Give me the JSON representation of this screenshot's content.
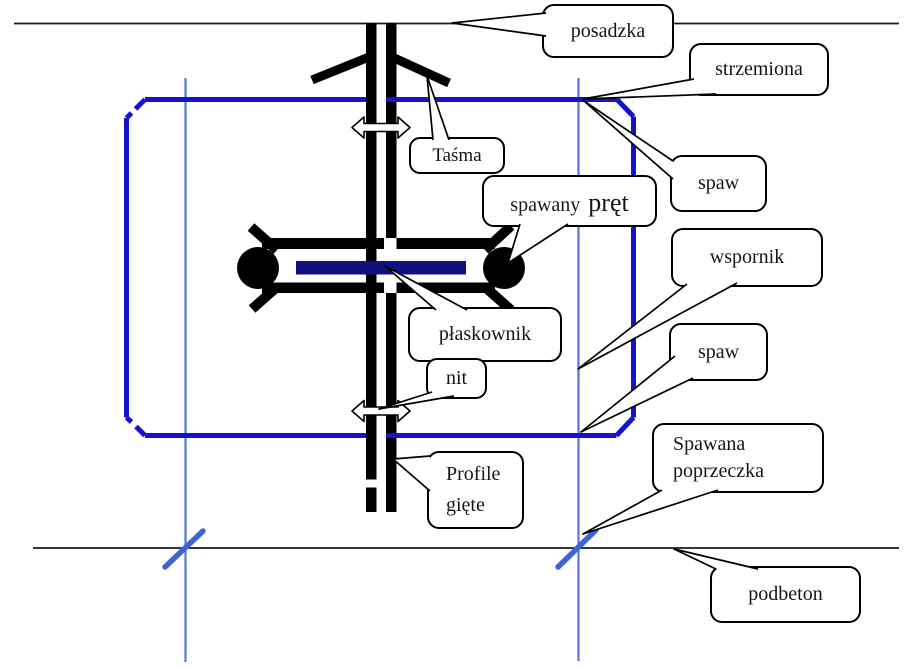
{
  "labels": {
    "posadzka": "posadzka",
    "strzemiona": "strzemiona",
    "tasma": "Taśma",
    "spaw_upper": "spaw",
    "spawany_pret_word1": "spawany",
    "spawany_pret_word2": "pręt",
    "wspornik": "wspornik",
    "plaskownik": "płaskownik",
    "nit": "nit",
    "spaw_lower": "spaw",
    "profile_line1": "Profile",
    "profile_line2": "gięte",
    "spawana_line1": "Spawana",
    "spawana_line2": "poprzeczka",
    "podbeton": "podbeton"
  },
  "colors": {
    "stirrup_blue": "#1414CC",
    "support_blue": "#5577D0",
    "slash_blue": "#3D63D4",
    "flat_bar_navy": "#10107E",
    "ink": "#1a1a1a"
  }
}
